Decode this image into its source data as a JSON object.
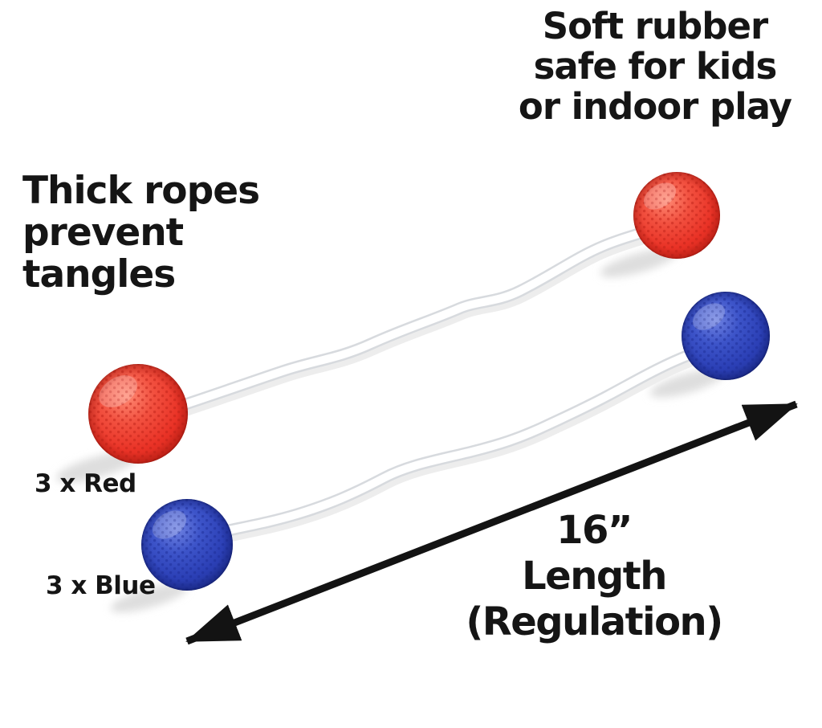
{
  "product": {
    "callouts": {
      "soft_rubber": "Soft rubber\nsafe for kids\nor indoor play",
      "thick_ropes": "Thick ropes\nprevent\ntangles"
    },
    "labels": {
      "red_count": "3 x Red",
      "blue_count": "3 x Blue"
    },
    "measurement": "16”\nLength\n(Regulation)",
    "colors": {
      "ball_red": "#e93226",
      "ball_blue": "#2b3fb5",
      "rope_white": "#ffffff",
      "arrow_black": "#131313",
      "text_black": "#151515",
      "background": "#ffffff"
    }
  }
}
